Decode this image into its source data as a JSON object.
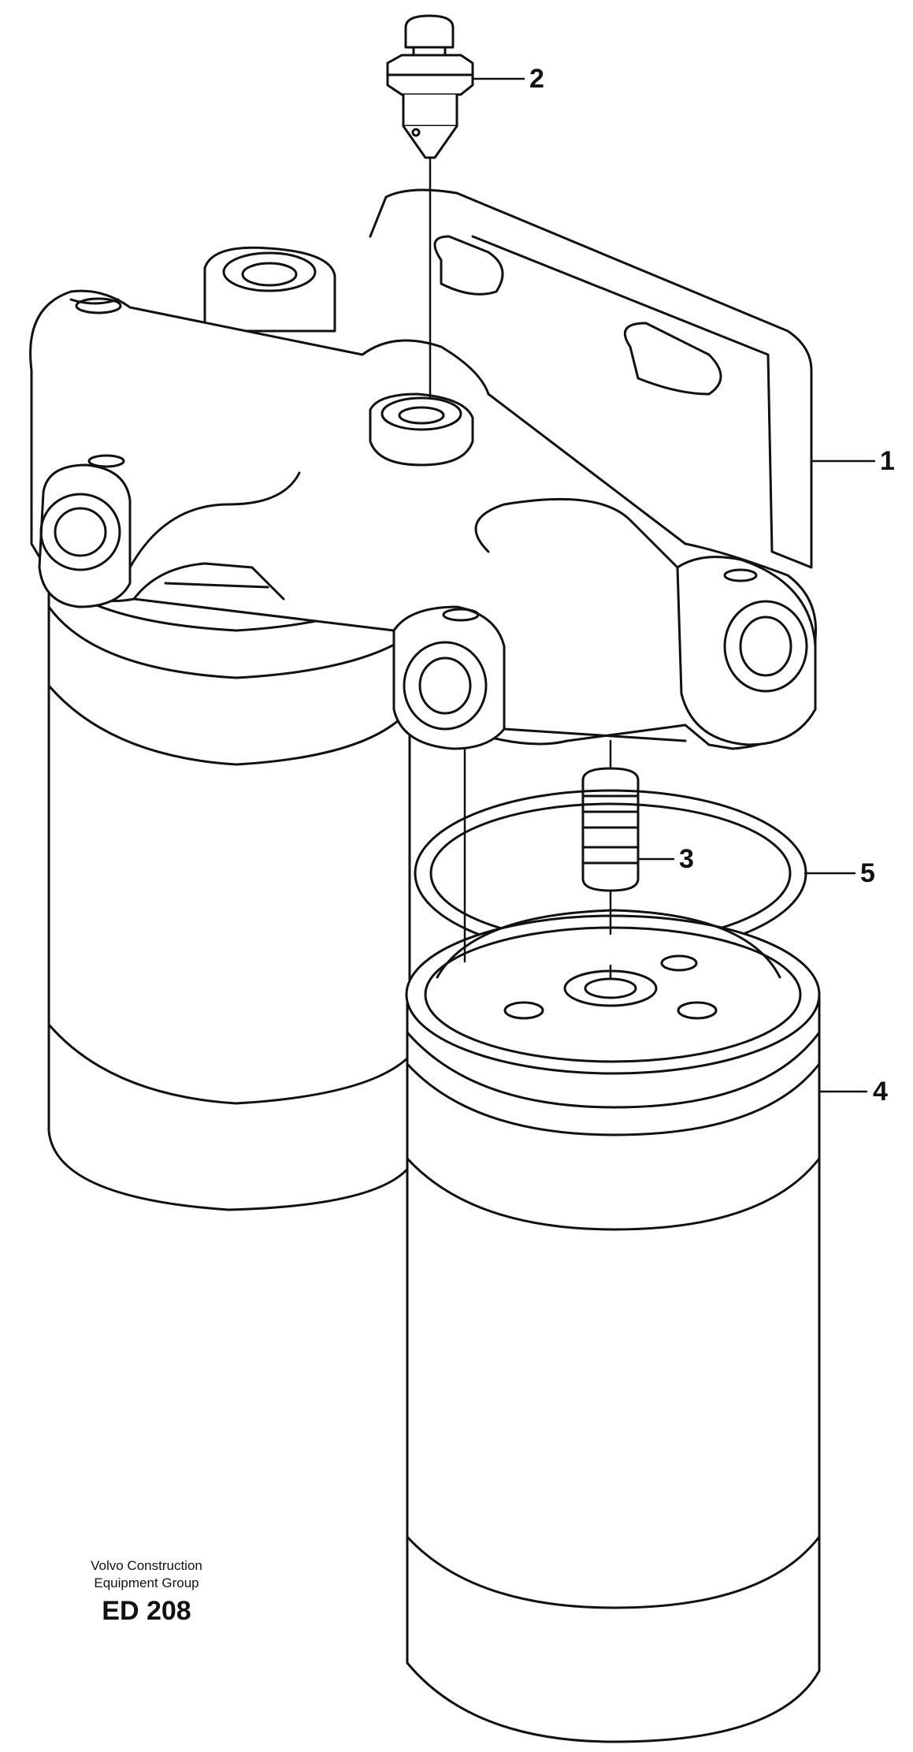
{
  "callouts": [
    {
      "id": "1",
      "label": "1"
    },
    {
      "id": "2",
      "label": "2"
    },
    {
      "id": "3",
      "label": "3"
    },
    {
      "id": "4",
      "label": "4"
    },
    {
      "id": "5",
      "label": "5"
    }
  ],
  "footer": {
    "company_line1": "Volvo Construction",
    "company_line2": "Equipment Group",
    "drawing_code": "ED 208"
  }
}
